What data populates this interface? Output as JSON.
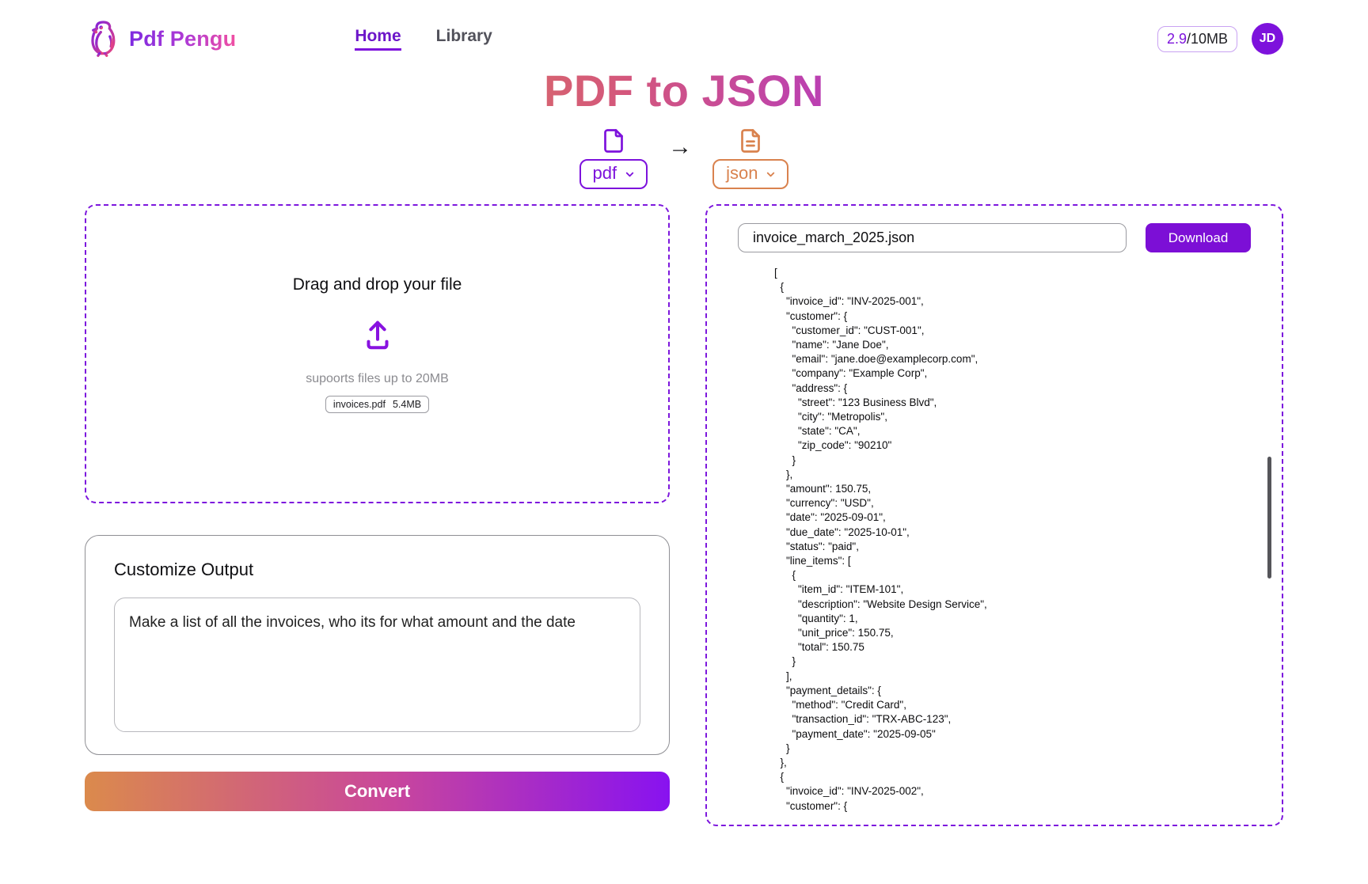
{
  "header": {
    "brand": "Pdf Pengu",
    "nav": [
      {
        "label": "Home"
      },
      {
        "label": "Library"
      }
    ],
    "usage": {
      "used": "2.9",
      "quota": "/10MB"
    },
    "avatar_initials": "JD"
  },
  "title": "PDF to JSON",
  "converter": {
    "source_format": "pdf",
    "target_format": "json",
    "arrow": "→"
  },
  "dropzone": {
    "title": "Drag and drop your file",
    "subtitle": "supoorts files up to 20MB",
    "file_chip": {
      "name": "invoices.pdf",
      "size": "5.4MB"
    }
  },
  "customize": {
    "heading": "Customize Output",
    "prompt_value": "Make a list of all the invoices, who its for what amount and the date"
  },
  "convert_button_label": "Convert",
  "output": {
    "filename": "invoice_march_2025.json",
    "download_label": "Download",
    "json_lines": [
      "[",
      "  {",
      "    \"invoice_id\": \"INV-2025-001\",",
      "    \"customer\": {",
      "      \"customer_id\": \"CUST-001\",",
      "      \"name\": \"Jane Doe\",",
      "      \"email\": \"jane.doe@examplecorp.com\",",
      "      \"company\": \"Example Corp\",",
      "      \"address\": {",
      "        \"street\": \"123 Business Blvd\",",
      "        \"city\": \"Metropolis\",",
      "        \"state\": \"CA\",",
      "        \"zip_code\": \"90210\"",
      "      }",
      "    },",
      "    \"amount\": 150.75,",
      "    \"currency\": \"USD\",",
      "    \"date\": \"2025-09-01\",",
      "    \"due_date\": \"2025-10-01\",",
      "    \"status\": \"paid\",",
      "    \"line_items\": [",
      "      {",
      "        \"item_id\": \"ITEM-101\",",
      "        \"description\": \"Website Design Service\",",
      "        \"quantity\": 1,",
      "        \"unit_price\": 150.75,",
      "        \"total\": 150.75",
      "      }",
      "    ],",
      "    \"payment_details\": {",
      "      \"method\": \"Credit Card\",",
      "      \"transaction_id\": \"TRX-ABC-123\",",
      "      \"payment_date\": \"2025-09-05\"",
      "    }",
      "  },",
      "  {",
      "    \"invoice_id\": \"INV-2025-002\",",
      "    \"customer\": {"
    ]
  },
  "colors": {
    "accent_purple": "#7d12dc",
    "accent_orange": "#d9824e",
    "brand_pink": "#f14fa2",
    "title_gradient_start": "#db8450",
    "title_gradient_end": "#8f28dc",
    "convert_gradient": [
      "#db8a4c",
      "#c9479b",
      "#8812f0"
    ],
    "download_button": "#7c0fd6"
  }
}
